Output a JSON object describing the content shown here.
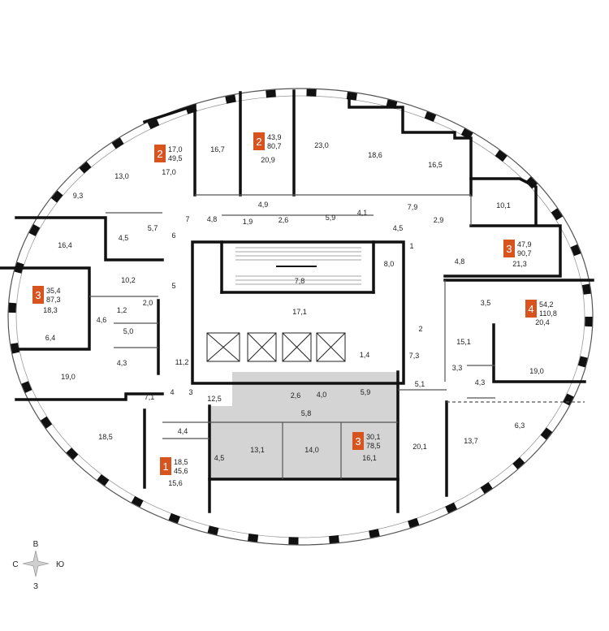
{
  "colors": {
    "wall": "#111111",
    "thin_wall": "#555555",
    "highlight": "#d4d4d4",
    "badge": "#d8541e",
    "background": "#ffffff"
  },
  "compass": {
    "north": "В",
    "west": "С",
    "east": "Ю",
    "south": "З"
  },
  "apartments": [
    {
      "id": "apt-2-top-left",
      "rooms": "2",
      "living": "17,0",
      "total": "49,5"
    },
    {
      "id": "apt-2-top-center",
      "rooms": "2",
      "living": "43,9",
      "total": "80,7"
    },
    {
      "id": "apt-3-right-top",
      "rooms": "3",
      "living": "47,9",
      "total": "90,7"
    },
    {
      "id": "apt-4-right",
      "rooms": "4",
      "living": "54,2",
      "total": "110,8"
    },
    {
      "id": "apt-3-left",
      "rooms": "3",
      "living": "35,4",
      "total": "87,3"
    },
    {
      "id": "apt-3-highlighted",
      "rooms": "3",
      "living": "30,1",
      "total": "78,5"
    },
    {
      "id": "apt-1-bottom-left",
      "rooms": "1",
      "living": "18,5",
      "total": "45,6"
    }
  ],
  "rooms": [
    "13,0",
    "17,0",
    "16,7",
    "20,9",
    "23,0",
    "18,6",
    "16,5",
    "9,3",
    "5,7",
    "4,5",
    "4,8",
    "4,9",
    "1,9",
    "2,6",
    "5,9",
    "4,1",
    "4,5",
    "7,9",
    "2,9",
    "10,1",
    "16,4",
    "10,2",
    "21,3",
    "4,8",
    "8,0",
    "7,8",
    "1,2",
    "2,0",
    "18,3",
    "4,6",
    "5,0",
    "3,5",
    "20,4",
    "6,4",
    "17,1",
    "15,1",
    "4,3",
    "11,2",
    "1,4",
    "7,3",
    "3,3",
    "4,3",
    "19,0",
    "19,0",
    "2,6",
    "4,0",
    "5,9",
    "5,1",
    "7,1",
    "12,5",
    "5,8",
    "4,4",
    "18,5",
    "13,1",
    "14,0",
    "16,1",
    "20,1",
    "13,7",
    "6,3",
    "4,5",
    "15,6"
  ],
  "stair_numbers": [
    "7",
    "6",
    "5",
    "1",
    "2",
    "4",
    "3"
  ]
}
